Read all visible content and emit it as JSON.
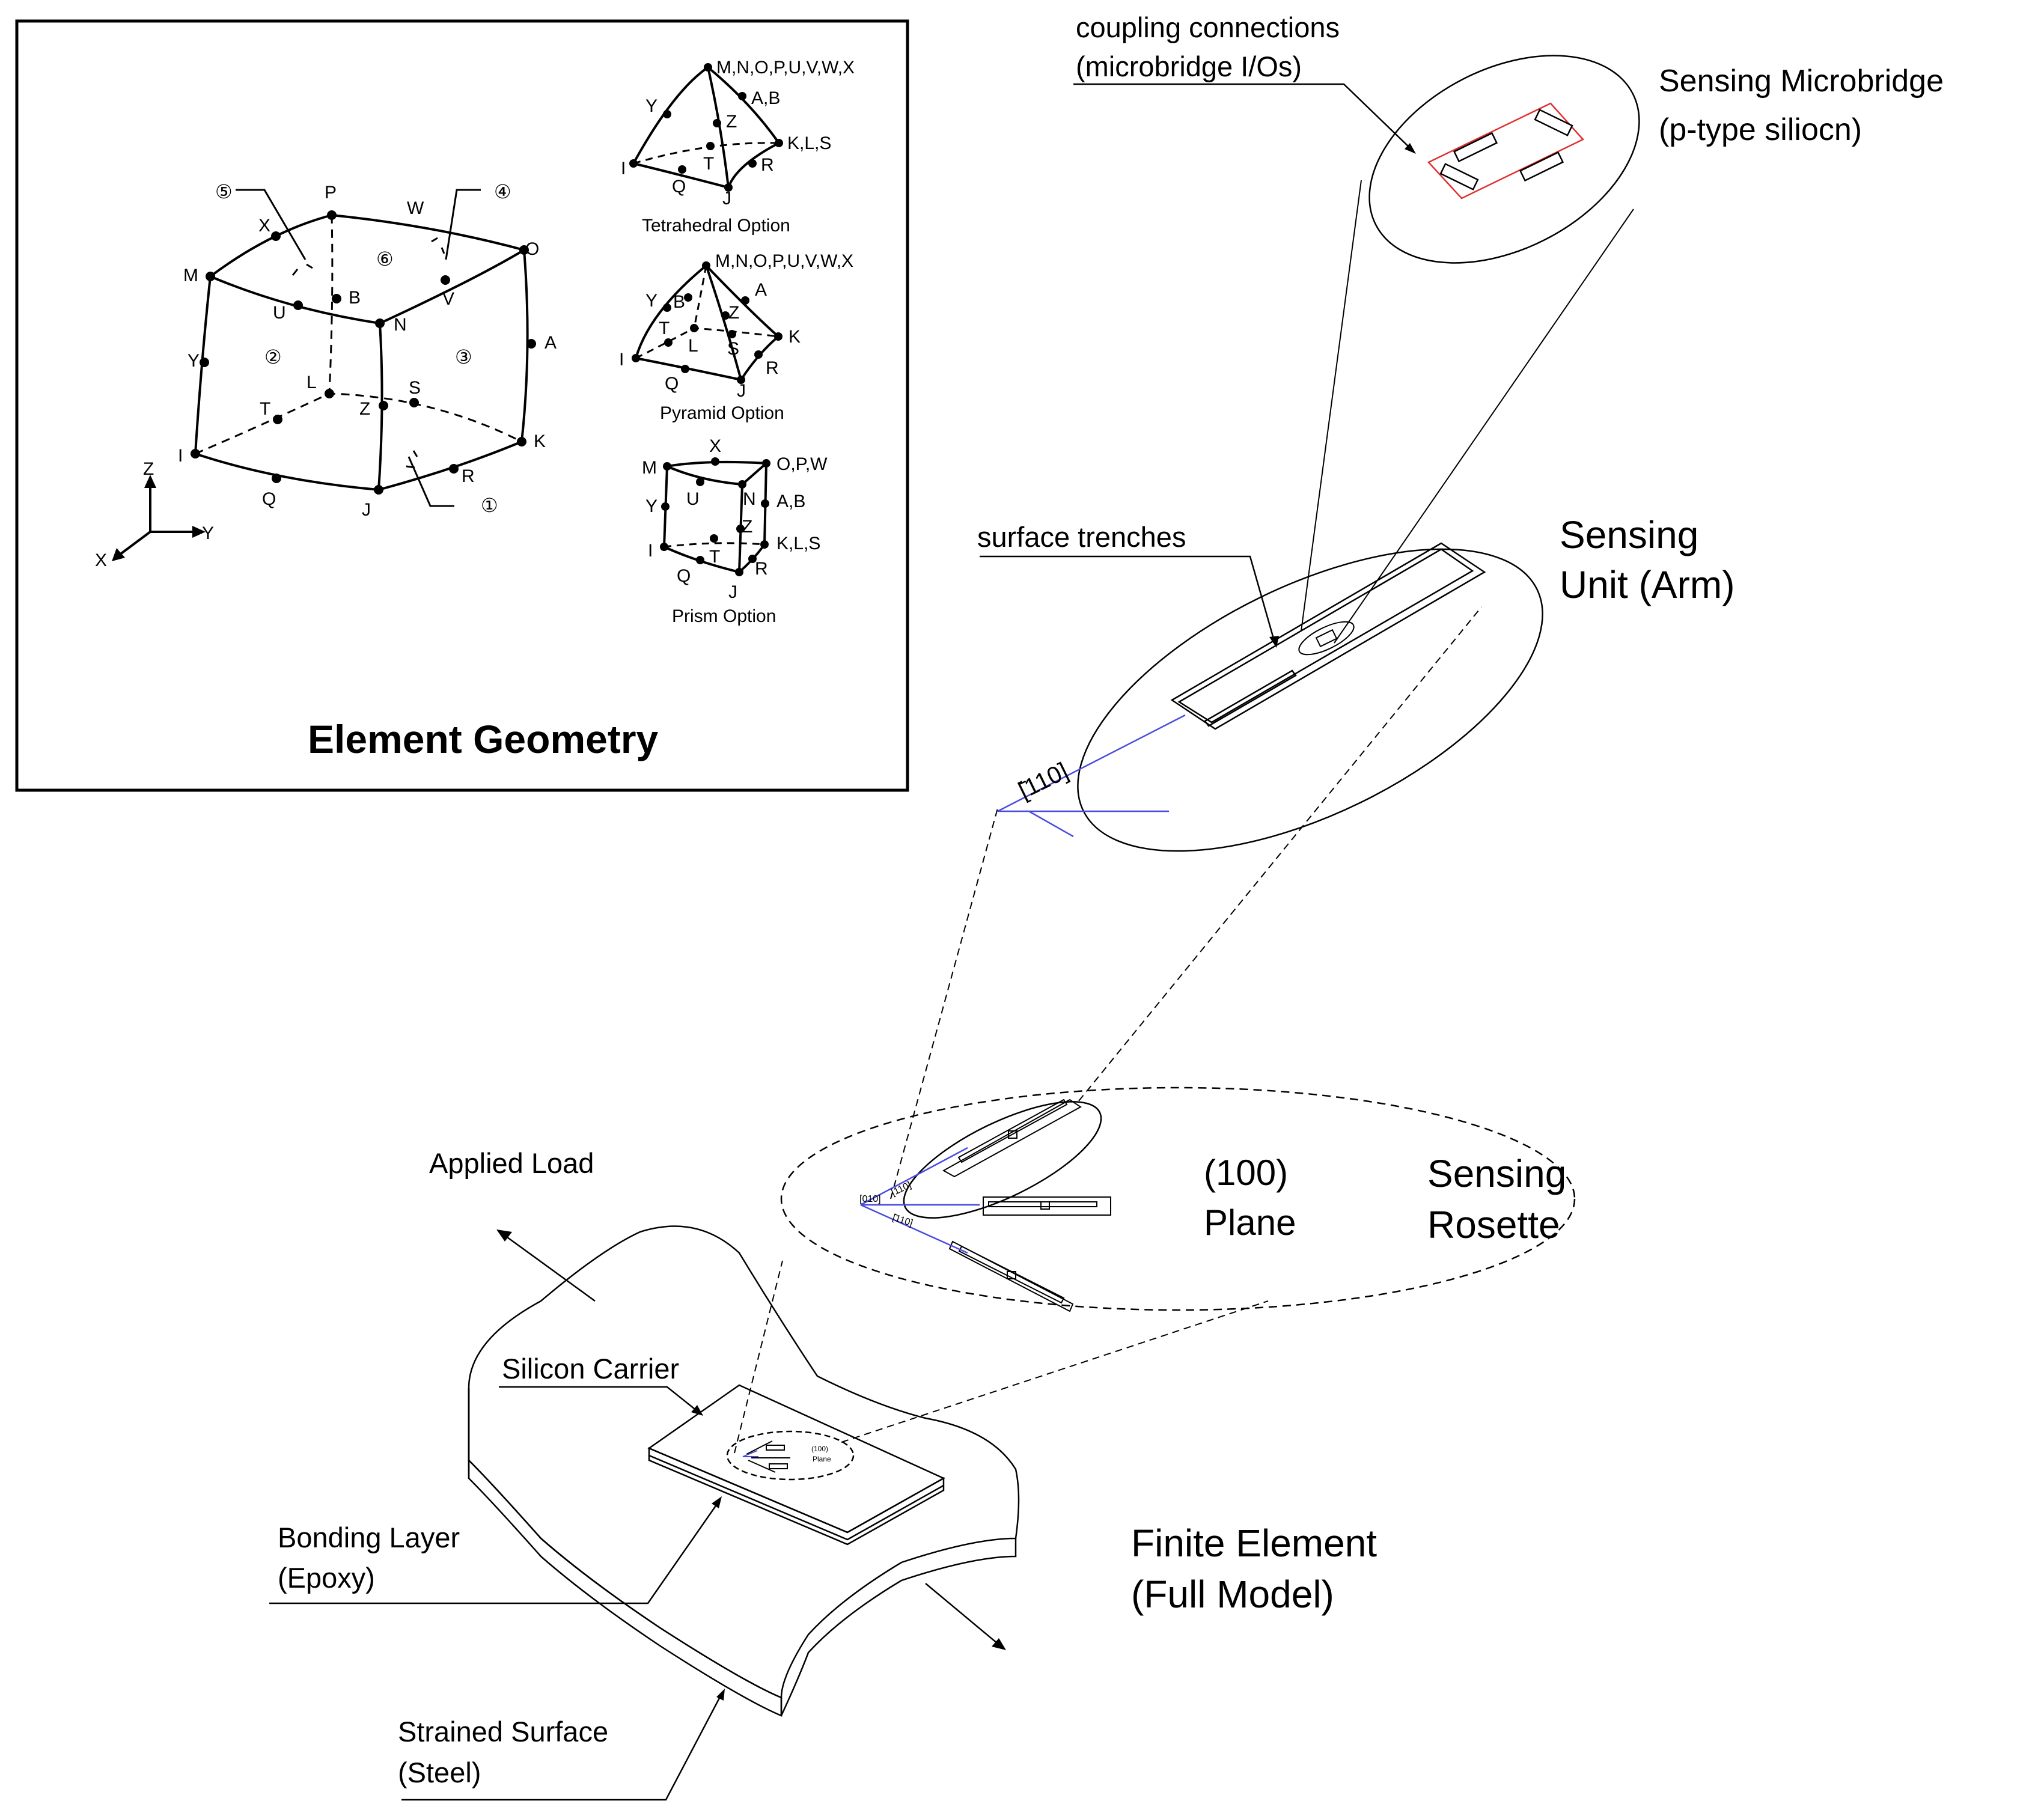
{
  "element_geometry": {
    "title": "Element Geometry",
    "hex_nodes": [
      "M",
      "P",
      "O",
      "X",
      "W",
      "U",
      "V",
      "N",
      "B",
      "A",
      "Y",
      "L",
      "S",
      "T",
      "Z",
      "I",
      "K",
      "Q",
      "J",
      "R"
    ],
    "face_numbers": [
      "⑤",
      "④",
      "⑥",
      "②",
      "③",
      "①"
    ],
    "axes": {
      "z": "Z",
      "y": "Y",
      "x": "X"
    },
    "tetra": {
      "nodes": [
        "M,N,O,P,U,V,W,X",
        "A,B",
        "Y",
        "Z",
        "K,L,S",
        "T",
        "R",
        "I",
        "Q",
        "J"
      ],
      "caption": "Tetrahedral Option"
    },
    "pyramid": {
      "nodes": [
        "M,N,O,P,U,V,W,X",
        "A",
        "Y",
        "B",
        "Z",
        "T",
        "L",
        "S",
        "K",
        "I",
        "R",
        "Q",
        "J"
      ],
      "caption": "Pyramid Option"
    },
    "prism": {
      "nodes": [
        "M",
        "X",
        "O,P,W",
        "Y",
        "U",
        "N",
        "A,B",
        "Z",
        "I",
        "T",
        "K,L,S",
        "Q",
        "R",
        "J"
      ],
      "caption": "Prism Option"
    }
  },
  "labels": {
    "coupling": [
      "coupling connections",
      "(microbridge I/Os)"
    ],
    "microbridge": [
      "Sensing Microbridge",
      "(p-type siliocn)"
    ],
    "trenches": "surface trenches",
    "unit": [
      "Sensing",
      "Unit (Arm)"
    ],
    "dir_110": "[̄110]",
    "rosette": [
      "Sensing",
      "Rosette"
    ],
    "plane": [
      "(100)",
      "Plane"
    ],
    "rosette_dirs": [
      "[010]",
      "[110]",
      "[̄110]"
    ],
    "applied_load": "Applied Load",
    "silicon_carrier": "Silicon Carrier",
    "bonding": [
      "Bonding Layer",
      "(Epoxy)"
    ],
    "fe_model": [
      "Finite Element",
      "(Full Model)"
    ],
    "strained": [
      "Strained Surface",
      "(Steel)"
    ],
    "mini_plane": [
      "(100)",
      "Plane"
    ]
  },
  "colors": {
    "line": "#000000",
    "direction_lines": "#4a4ae0",
    "microbridge_outline": "#e03030"
  }
}
